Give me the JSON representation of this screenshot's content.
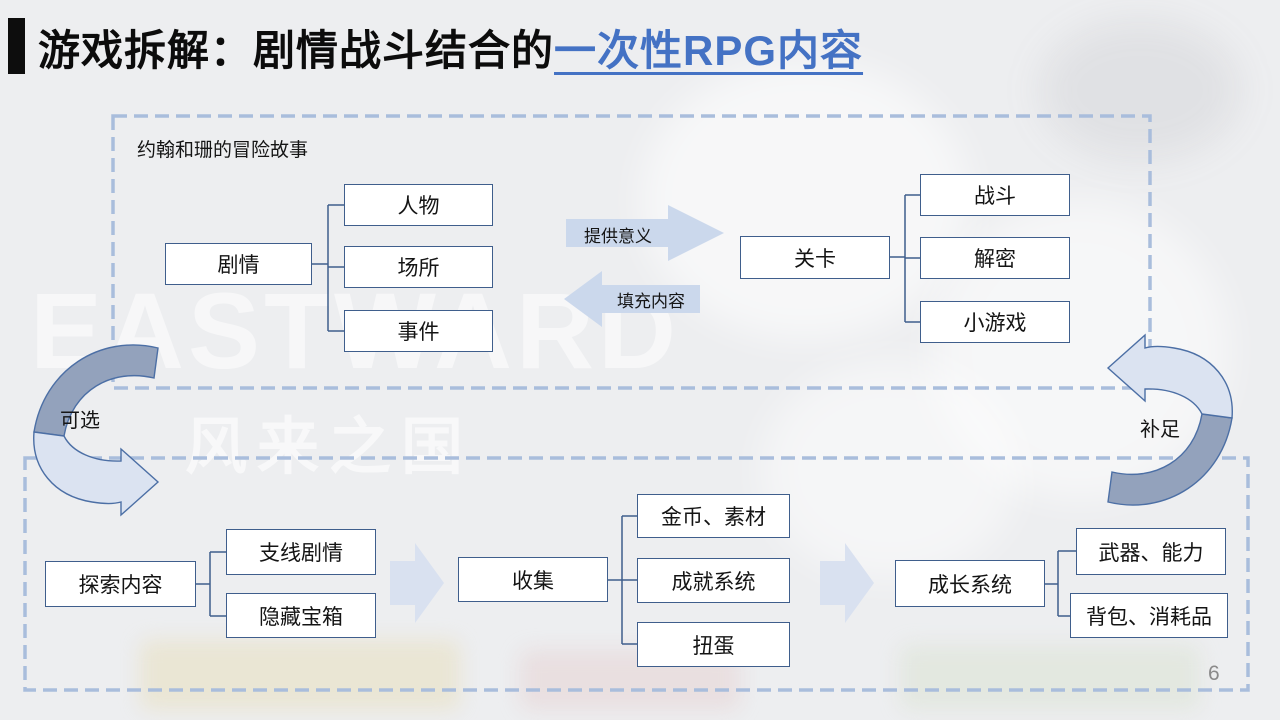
{
  "slide": {
    "title": {
      "prefix": "游戏拆解：剧情战斗结合的",
      "highlight": "一次性RPG内容"
    },
    "page_number": "6"
  },
  "top_section": {
    "label": "约翰和珊的冒险故事",
    "story_node": "剧情",
    "story_children": [
      "人物",
      "场所",
      "事件"
    ],
    "arrow_right_label": "提供意义",
    "arrow_left_label": "填充内容",
    "level_node": "关卡",
    "level_children": [
      "战斗",
      "解密",
      "小游戏"
    ]
  },
  "loops": {
    "left_label": "可选",
    "right_label": "补足"
  },
  "bottom_section": {
    "explore_node": "探索内容",
    "explore_children": [
      "支线剧情",
      "隐藏宝箱"
    ],
    "collect_node": "收集",
    "collect_children": [
      "金币、素材",
      "成就系统",
      "扭蛋"
    ],
    "growth_node": "成长系统",
    "growth_children": [
      "武器、能力",
      "背包、消耗品"
    ]
  },
  "watermark": {
    "logo_text": "EASTWARD",
    "cn_text": "风来之国"
  },
  "colors": {
    "title_highlight": "#4472c4",
    "box_border": "#3f5e8c",
    "dashed_border": "#a9bddc",
    "block_arrow": "#cbd8ec",
    "big_arrow": "#d9e1f0",
    "curve_dark": "#93a2bc",
    "curve_light": "#dbe3f1",
    "page_number": "#8a8a8a"
  }
}
